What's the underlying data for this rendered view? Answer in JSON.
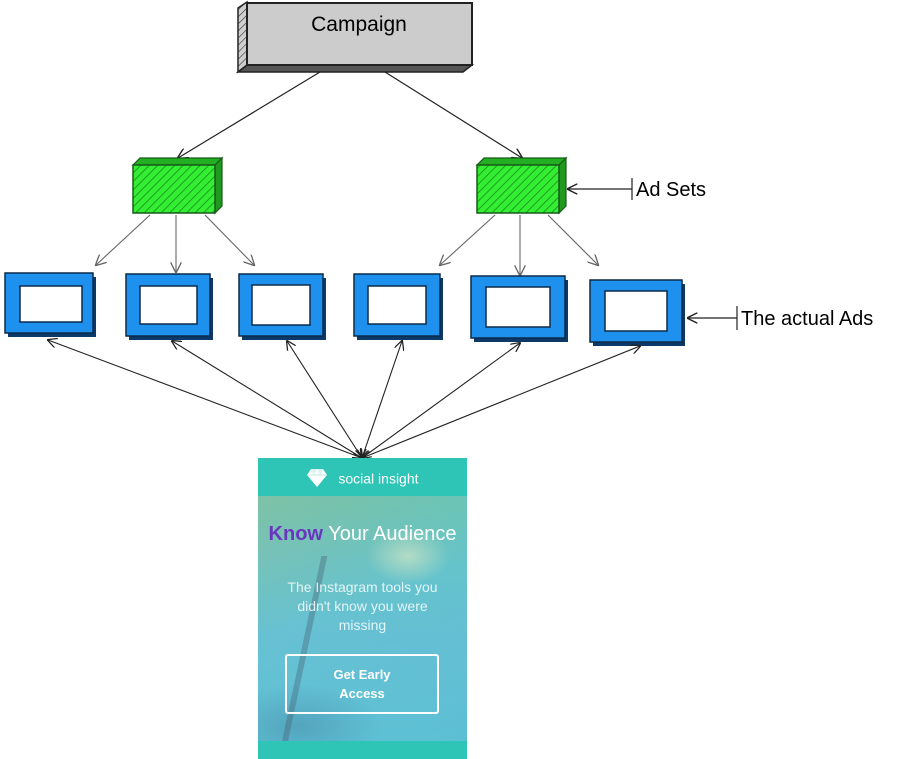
{
  "campaign": {
    "label": "Campaign",
    "fill": "#cccccc"
  },
  "ad_sets": {
    "label": "Ad Sets",
    "count": 2,
    "fill": "#33ee33"
  },
  "ads": {
    "label": "The actual Ads",
    "count": 6,
    "fill": "#1e90ee"
  },
  "landing_page": {
    "brand": "social insight",
    "brand_icon": "diamond-icon",
    "headline_accent": "Know",
    "headline_rest": "Your Audience",
    "tagline": "The Instagram tools you didn't know you were missing",
    "cta": "Get Early Access",
    "accent_color": "#6a36c0",
    "bar_color": "#2ec5b6"
  }
}
